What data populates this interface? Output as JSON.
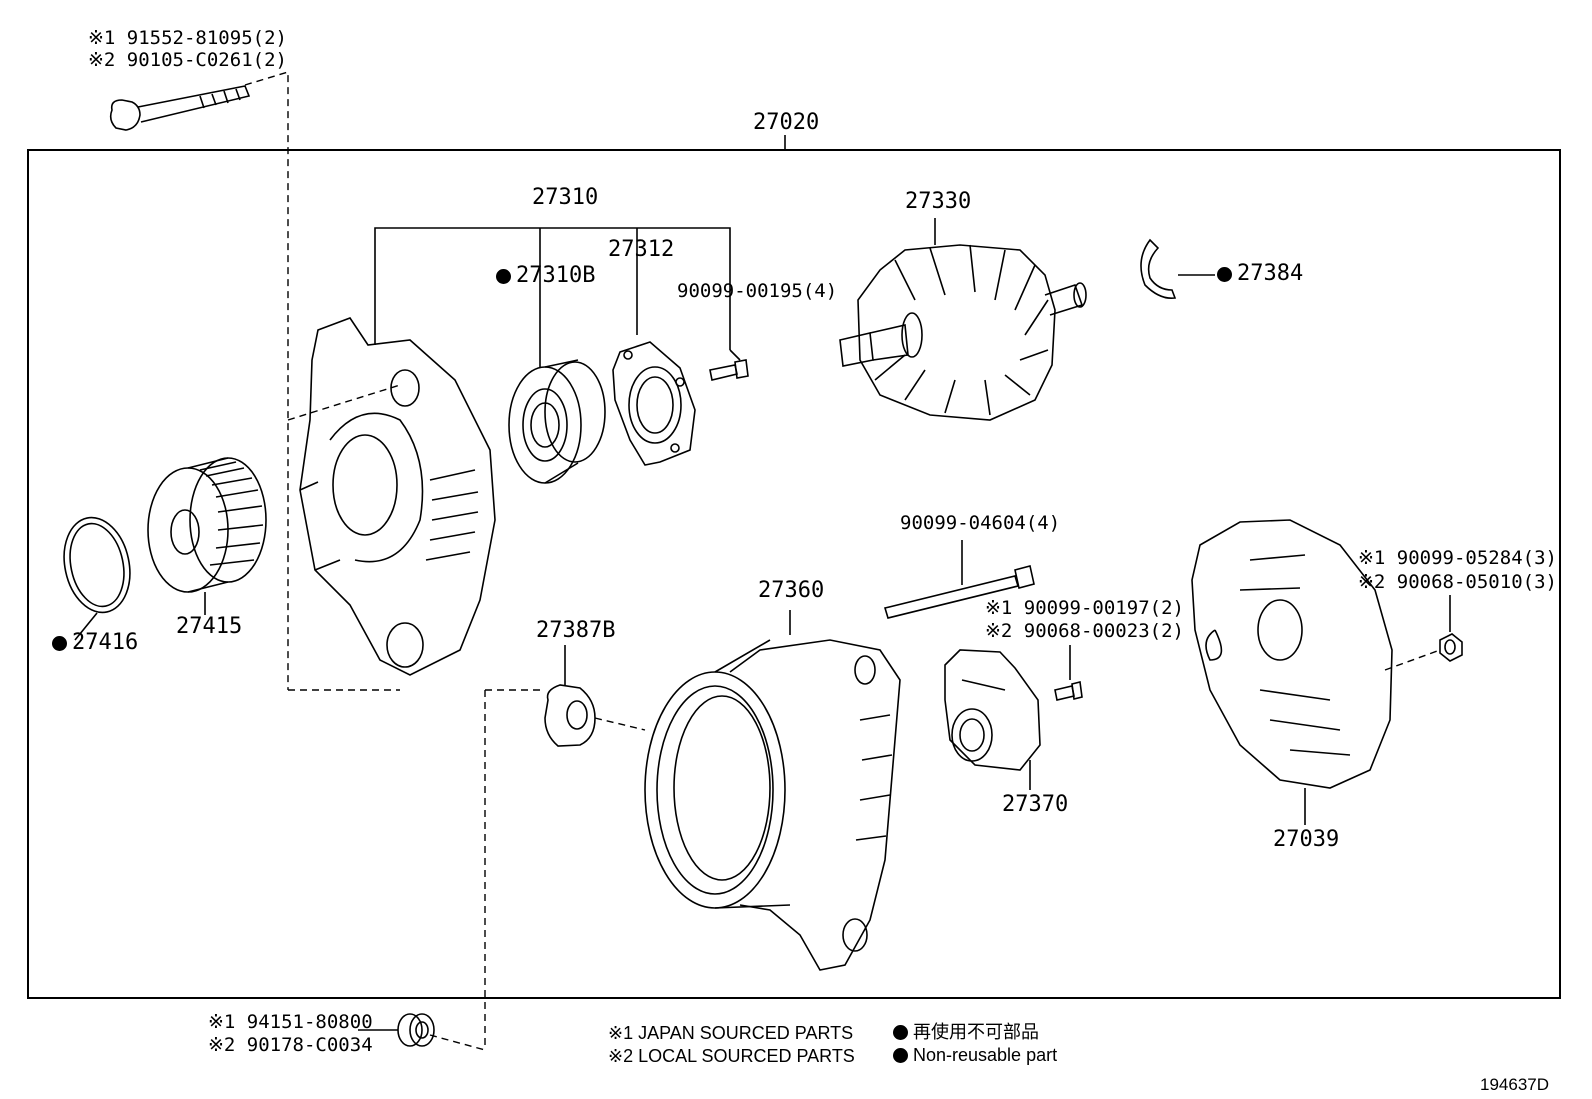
{
  "assembly": {
    "part": "27020"
  },
  "labels": {
    "bolt_top_1": "※1 91552-81095(2)",
    "bolt_top_2": "※2 90105-C0261(2)",
    "p27310": "27310",
    "p27310b": "27310B",
    "p27312": "27312",
    "screw_00195": "90099-00195(4)",
    "p27330": "27330",
    "p27384": "27384",
    "p27416": "27416",
    "p27415": "27415",
    "bolt_04604": "90099-04604(4)",
    "screw_00197_1": "※1 90099-00197(2)",
    "screw_00023_2": "※2 90068-00023(2)",
    "nut_05284_1": "※1 90099-05284(3)",
    "nut_05010_2": "※2 90068-05010(3)",
    "p27360": "27360",
    "p27387b": "27387B",
    "p27370": "27370",
    "p27039": "27039",
    "bottom_1": "※1 94151-80800",
    "bottom_2": "※2 90178-C0034"
  },
  "legend": {
    "japan": "※1 JAPAN SOURCED PARTS",
    "local": "※2 LOCAL SOURCED PARTS",
    "nonreuse_jp": "再使用不可部品",
    "nonreuse_en": "Non-reusable part"
  },
  "figure_id": "194637D"
}
